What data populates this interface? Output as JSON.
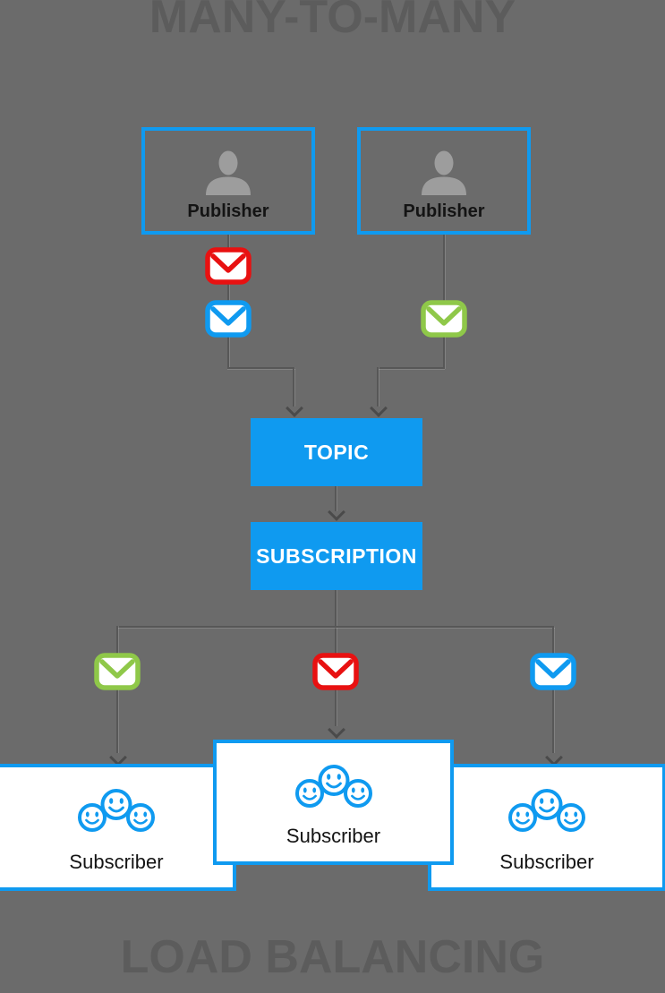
{
  "diagram": {
    "title": "MANY-TO-MANY",
    "footer": "LOAD BALANCING"
  },
  "nodes": {
    "publisher_left": {
      "label": "Publisher"
    },
    "publisher_right": {
      "label": "Publisher"
    },
    "topic": {
      "label": "TOPIC"
    },
    "subscription": {
      "label": "SUBSCRIPTION"
    },
    "subscriber_left": {
      "label": "Subscriber"
    },
    "subscriber_middle": {
      "label": "Subscriber"
    },
    "subscriber_right": {
      "label": "Subscriber"
    }
  },
  "icons": {
    "publisher": "person-icon",
    "subscriber": "group-smileys-icon",
    "messages_from_publishers": [
      "envelope-icon-red",
      "envelope-icon-blue",
      "envelope-icon-green"
    ],
    "messages_to_subscribers": [
      "envelope-icon-green",
      "envelope-icon-red",
      "envelope-icon-blue"
    ],
    "connectors": "arrowhead-down-icon"
  },
  "colors": {
    "background": "#6b6b6b",
    "heading-text": "#5c5c5c",
    "accent-blue": "#0f9af0",
    "envelope-red": "#e81111",
    "envelope-green": "#8fc849",
    "person-gray": "#9d9d9d",
    "line": "#575757",
    "line-dark": "#4a4a4a",
    "node-text-dark": "#141414",
    "node-text-light": "#ffffff",
    "box-fill-white": "#ffffff"
  }
}
